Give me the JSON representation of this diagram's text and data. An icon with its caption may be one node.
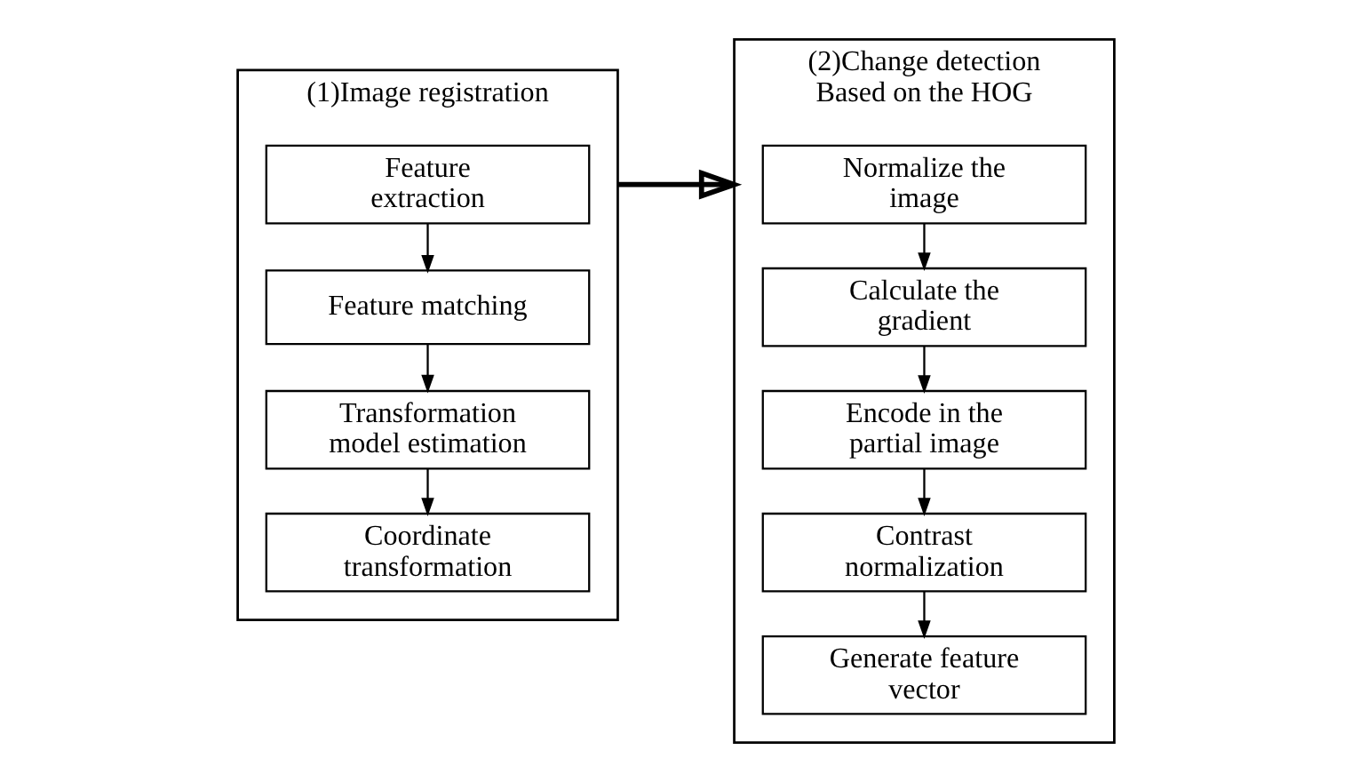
{
  "diagram": {
    "nodes": [
      {
        "text": [
          "(1)Image registration"
        ]
      },
      {
        "text": [
          "Feature extraction"
        ],
        "in": 0
      },
      {
        "text": [
          "Feature matching"
        ],
        "in": 0
      },
      {
        "text": [
          "Transformation model estimation"
        ],
        "in": 0
      },
      {
        "text": [
          "Coordinate transformation"
        ],
        "in": 0
      },
      {
        "text": [
          "(2)Change detection",
          "Based on the HOG"
        ]
      },
      {
        "text": [
          "Normalize the image"
        ],
        "in": 5
      },
      {
        "text": [
          "Calculate the gradient"
        ],
        "in": 5
      },
      {
        "text": [
          "Encode in the partial image"
        ],
        "in": 5
      },
      {
        "text": [
          "Contrast normalization"
        ],
        "in": 5
      },
      {
        "text": [
          "Generate feature vector"
        ],
        "in": 5
      }
    ],
    "edges": [
      {
        "from": 1,
        "to": 2,
        "arrow": "to"
      },
      {
        "from": 2,
        "to": 3,
        "arrow": "to"
      },
      {
        "from": 3,
        "to": 4,
        "arrow": "to"
      },
      {
        "from": 0,
        "to": 5,
        "arrow": "to",
        "style": "thick"
      },
      {
        "from": 6,
        "to": 7,
        "arrow": "to"
      },
      {
        "from": 7,
        "to": 8,
        "arrow": "to"
      },
      {
        "from": 8,
        "to": 9,
        "arrow": "to"
      },
      {
        "from": 9,
        "to": 10,
        "arrow": "to"
      }
    ]
  }
}
